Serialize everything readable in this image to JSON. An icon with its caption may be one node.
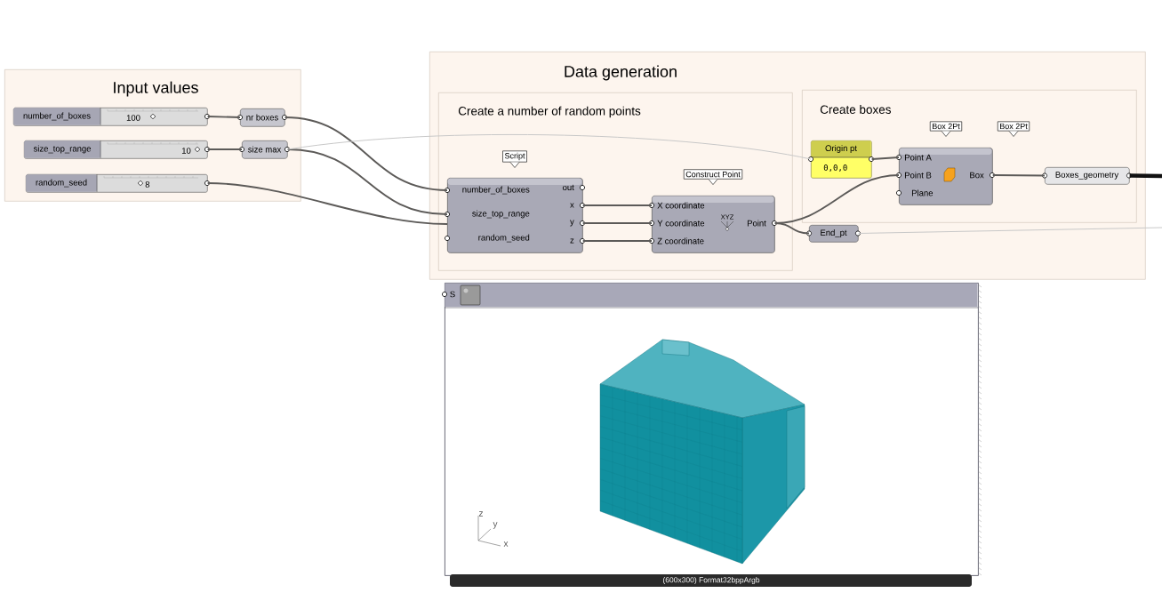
{
  "diagram": {
    "nodes": [
      {
        "text": [
          "Input values"
        ]
      },
      {
        "text": [
          "number_of_boxes",
          "100"
        ],
        "in": 0
      },
      {
        "text": [
          "size_top_range",
          "10"
        ],
        "in": 0
      },
      {
        "text": [
          "random_seed",
          "8"
        ],
        "in": 0
      },
      {
        "text": [
          "nr boxes"
        ],
        "in": 0
      },
      {
        "text": [
          "size max"
        ],
        "in": 0
      },
      {
        "text": [
          "Data generation"
        ]
      },
      {
        "text": [
          "Create a number of random points"
        ],
        "in": 6
      },
      {
        "text": [
          "number_of_boxes",
          "size_top_range",
          "random_seed",
          "out",
          "x",
          "y",
          "z"
        ],
        "beside": [
          "Script"
        ],
        "in": 7
      },
      {
        "text": [
          "X coordinate",
          "Y coordinate",
          "Z coordinate",
          "XYZ",
          "Point"
        ],
        "beside": [
          "Construct Point"
        ],
        "in": 7
      },
      {
        "text": [
          "Create boxes"
        ],
        "in": 6
      },
      {
        "text": [
          "Origin pt",
          "0,0,0"
        ],
        "in": 10
      },
      {
        "text": [
          "Point A",
          "Point B",
          "Plane",
          "Box"
        ],
        "beside": [
          "Box 2Pt",
          "Box 2Pt"
        ],
        "in": 10
      },
      {
        "text": [
          "Boxes_geometry"
        ],
        "in": 10
      },
      {
        "text": [
          "End_pt"
        ],
        "in": 6
      },
      {
        "text": [
          "S",
          "(600x300) Format32bppArgb"
        ]
      }
    ],
    "edges": [
      {
        "from": 1,
        "to": 4,
        "arrow": "none"
      },
      {
        "from": 2,
        "to": 5,
        "arrow": "none"
      },
      {
        "from": 4,
        "to": 8,
        "arrow": "none"
      },
      {
        "from": 5,
        "to": 8,
        "arrow": "none"
      },
      {
        "from": 3,
        "to": 8,
        "arrow": "none"
      },
      {
        "from": 8,
        "to": 9,
        "arrow": "none"
      },
      {
        "from": 8,
        "to": 9,
        "arrow": "none"
      },
      {
        "from": 8,
        "to": 9,
        "arrow": "none"
      },
      {
        "from": 9,
        "to": 12,
        "arrow": "none"
      },
      {
        "from": 9,
        "to": 14,
        "arrow": "none"
      },
      {
        "from": 11,
        "to": 12,
        "arrow": "none"
      },
      {
        "from": 12,
        "to": 13,
        "arrow": "none"
      },
      {
        "from": 13,
        "to": null,
        "arrow": "none",
        "style": "thick",
        "color": "#111111"
      },
      {
        "from": 5,
        "to": 11,
        "arrow": "none",
        "color": "#c8c8c8"
      },
      {
        "from": 14,
        "to": null,
        "arrow": "none",
        "color": "#c8c8c8"
      }
    ],
    "labels": [
      "z",
      "y",
      "x"
    ]
  }
}
